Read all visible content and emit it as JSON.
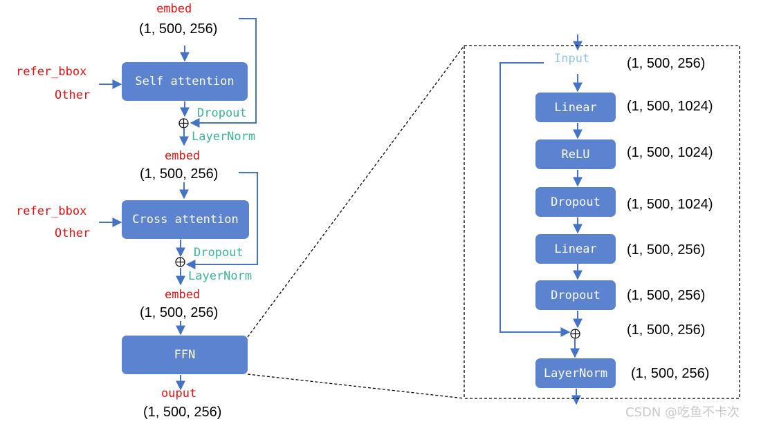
{
  "left": {
    "embed_label_1": "embed",
    "shape_1": "(1, 500, 256)",
    "refer_bbox_1": "refer_bbox",
    "other_1": "Other",
    "self_attention": "Self attention",
    "dropout_1": "Dropout",
    "layernorm_1": "LayerNorm",
    "embed_label_2": "embed",
    "shape_2": "(1, 500, 256)",
    "refer_bbox_2": "refer_bbox",
    "other_2": "Other",
    "cross_attention": "Cross attention",
    "dropout_2": "Dropout",
    "layernorm_2": "LayerNorm",
    "embed_label_3": "embed",
    "shape_3": "(1, 500, 256)",
    "ffn": "FFN",
    "output_label": "ouput",
    "shape_out": "(1, 500, 256)"
  },
  "right": {
    "input_label": "Input",
    "input_shape": "(1, 500, 256)",
    "linear_1": "Linear",
    "linear_1_shape": "(1, 500, 1024)",
    "relu": "ReLU",
    "relu_shape": "(1, 500, 1024)",
    "dropout_1": "Dropout",
    "dropout_1_shape": "(1, 500, 1024)",
    "linear_2": "Linear",
    "linear_2_shape": "(1, 500, 256)",
    "dropout_2": "Dropout",
    "dropout_2_shape": "(1, 500, 256)",
    "add_shape": "(1, 500, 256)",
    "layernorm": "LayerNorm",
    "layernorm_shape": "(1, 500, 256)"
  },
  "watermark": "CSDN @吃鱼不卡次",
  "colors": {
    "box": "#5b83d0",
    "arrow": "#4472c4",
    "input_text": "#e8100f",
    "norm_text": "#39b59b",
    "ffn_input_text": "#8fc6ea"
  }
}
